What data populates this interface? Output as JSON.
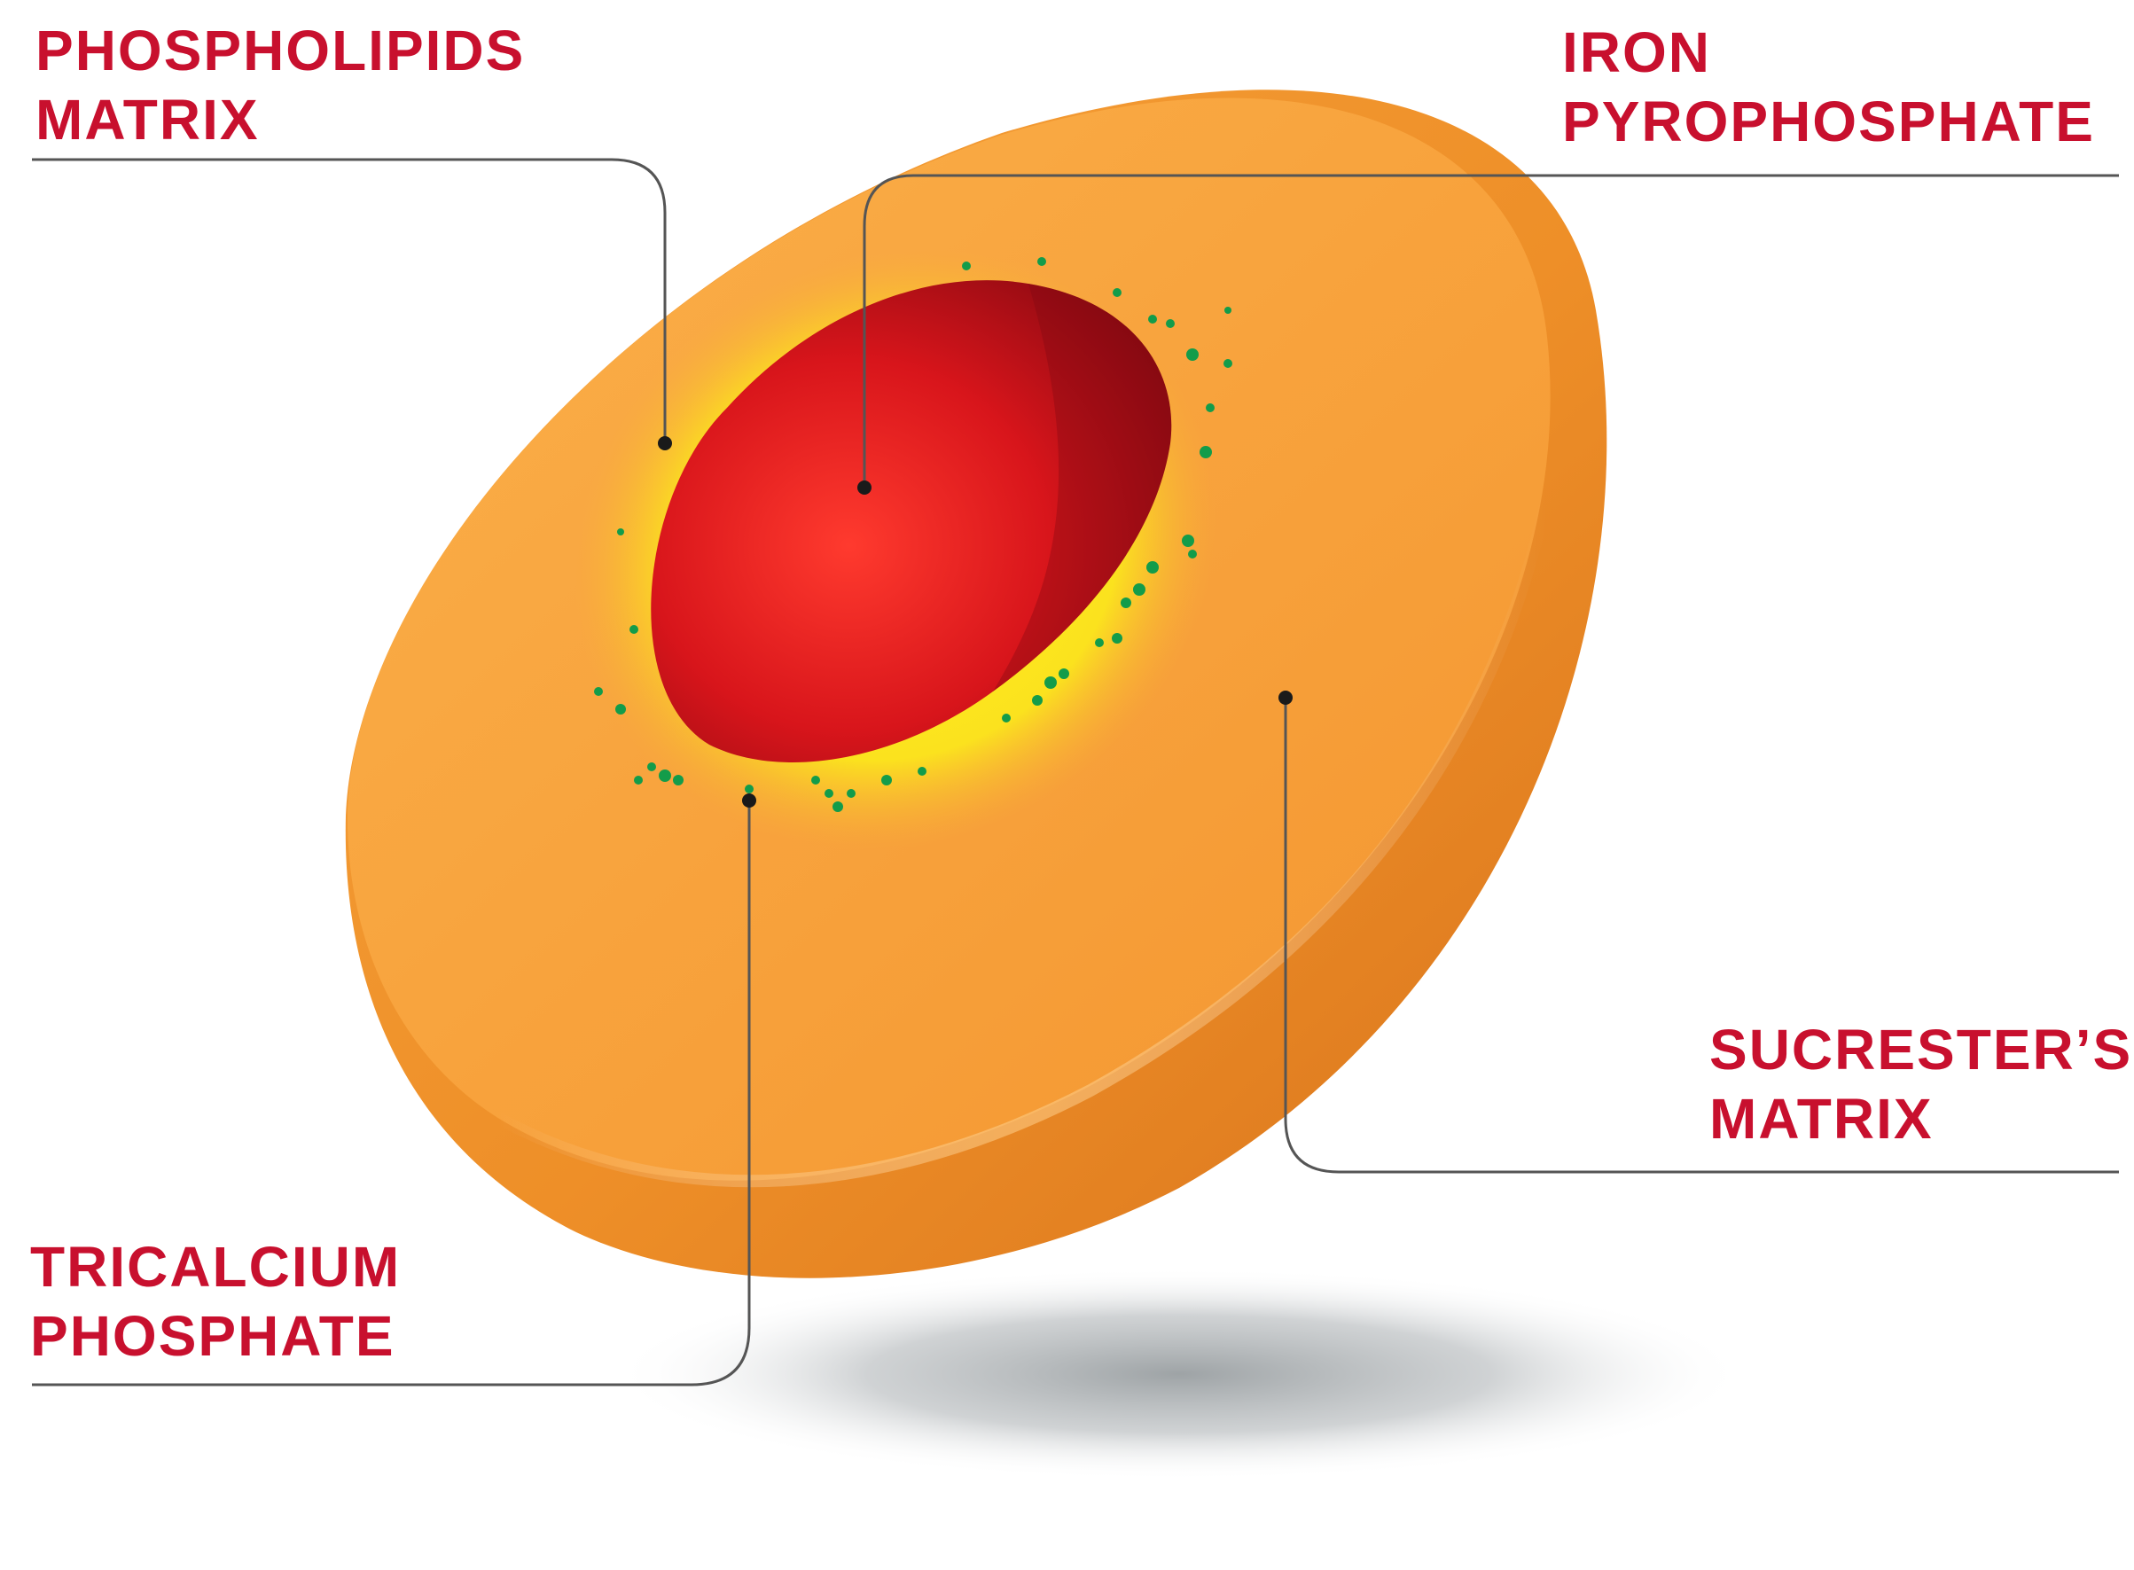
{
  "labels": {
    "phospholipids": {
      "line1": "PHOSPHOLIPIDS",
      "line2": "MATRIX"
    },
    "iron": {
      "line1": "IRON",
      "line2": "PYROPHOSPHATE"
    },
    "sucrester": {
      "line1": "SUCRESTER’S",
      "line2": "MATRIX"
    },
    "tricalcium": {
      "line1": "TRICALCIUM",
      "line2": "PHOSPHATE"
    }
  },
  "colors": {
    "label_text": "#c8102e",
    "outer_matrix": "#f39a2e",
    "phospholipid_layer": "#f7e21a",
    "iron_core": "#d11a1a",
    "tricalcium_particles": "#139c4a",
    "leader_lines": "#555555"
  }
}
